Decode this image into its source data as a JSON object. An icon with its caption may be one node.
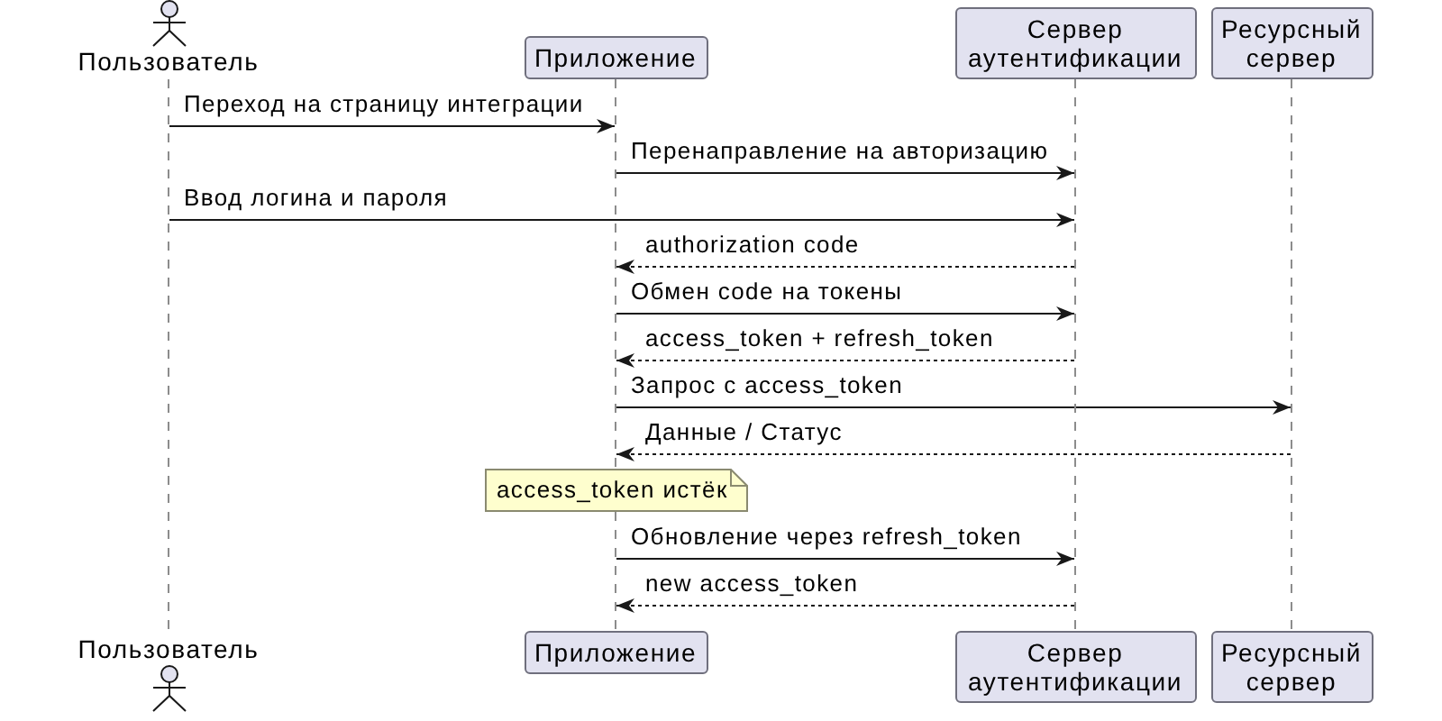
{
  "diagram": {
    "nodes": [
      {
        "text": [
          "Пользователь"
        ]
      },
      {
        "text": [
          "Приложение"
        ]
      },
      {
        "text": [
          "Сервер аутентификации"
        ]
      },
      {
        "text": [
          "Ресурсный сервер"
        ]
      },
      {
        "text": [],
        "shape": "line"
      },
      {
        "text": [],
        "shape": "line"
      },
      {
        "text": [],
        "shape": "line"
      },
      {
        "text": [],
        "shape": "line"
      },
      {
        "text": [
          "access_token истёк"
        ]
      },
      {
        "text": [
          "Пользователь"
        ]
      },
      {
        "text": [
          "Приложение"
        ]
      },
      {
        "text": [
          "Сервер аутентификации"
        ]
      },
      {
        "text": [
          "Ресурсный сервер"
        ]
      }
    ],
    "edges": [
      {
        "from": 4,
        "to": 5,
        "arrow": "to",
        "label": "Переход на страницу интеграции"
      },
      {
        "from": 5,
        "to": 6,
        "arrow": "to",
        "label": "Перенаправление на авторизацию"
      },
      {
        "from": 4,
        "to": 6,
        "arrow": "to",
        "label": "Ввод логина и пароля"
      },
      {
        "from": 6,
        "to": 5,
        "arrow": "to",
        "label": "authorization code",
        "style": "dashed"
      },
      {
        "from": 5,
        "to": 6,
        "arrow": "to",
        "label": "Обмен code на токены"
      },
      {
        "from": 6,
        "to": 5,
        "arrow": "to",
        "label": "access_token + refresh_token",
        "style": "dashed"
      },
      {
        "from": 5,
        "to": 7,
        "arrow": "to",
        "label": "Запрос с access_token"
      },
      {
        "from": 7,
        "to": 5,
        "arrow": "to",
        "label": "Данные / Статус",
        "style": "dashed"
      },
      {
        "from": 5,
        "to": 6,
        "arrow": "to",
        "label": "Обновление через refresh_token"
      },
      {
        "from": 6,
        "to": 5,
        "arrow": "to",
        "label": "new access_token",
        "style": "dashed"
      }
    ]
  }
}
